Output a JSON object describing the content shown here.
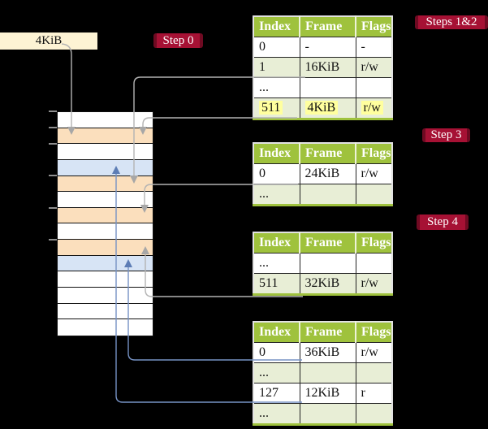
{
  "labels": {
    "page_size_box": "4KiB",
    "badge_step0": "Step 0",
    "badge_steps12": "Steps 1&2",
    "badge_step3": "Step 3",
    "badge_step4": "Step 4"
  },
  "tables": {
    "columns": [
      "Index",
      "Frame",
      "Flags"
    ],
    "level1": {
      "rows": [
        {
          "index": "0",
          "frame": "-",
          "flags": "-"
        },
        {
          "index": "1",
          "frame": "16KiB",
          "flags": "r/w"
        },
        {
          "index": "...",
          "frame": "",
          "flags": ""
        },
        {
          "index": "511",
          "frame": "4KiB",
          "flags": "r/w"
        }
      ]
    },
    "level2": {
      "rows": [
        {
          "index": "0",
          "frame": "24KiB",
          "flags": "r/w"
        },
        {
          "index": "...",
          "frame": "",
          "flags": ""
        }
      ]
    },
    "level3": {
      "rows": [
        {
          "index": "...",
          "frame": "",
          "flags": ""
        },
        {
          "index": "511",
          "frame": "32KiB",
          "flags": "r/w"
        }
      ]
    },
    "level4": {
      "rows": [
        {
          "index": "0",
          "frame": "36KiB",
          "flags": "r/w"
        },
        {
          "index": "...",
          "frame": "",
          "flags": ""
        },
        {
          "index": "127",
          "frame": "12KiB",
          "flags": "r"
        },
        {
          "index": "...",
          "frame": "",
          "flags": ""
        }
      ]
    }
  },
  "memory_stack": {
    "rows": [
      "plain",
      "page-table",
      "plain",
      "mapped-page",
      "page-table",
      "plain",
      "page-table",
      "plain",
      "page-table",
      "mapped-page",
      "plain",
      "plain",
      "plain",
      "plain"
    ]
  },
  "colors": {
    "background": "#000000",
    "table_header_green": "#9fc23d",
    "table_row_green": "#e8eed6",
    "highlight_yellow": "#ffff9e",
    "badge_red": "#a61134",
    "root_box_cream": "#fdf3d4",
    "frame_page_table_orange": "#fbdfbd",
    "frame_mapped_page_blue": "#d7e4f5",
    "connector_gray": "#b3b3b3",
    "connector_blue": "#7692c4"
  }
}
